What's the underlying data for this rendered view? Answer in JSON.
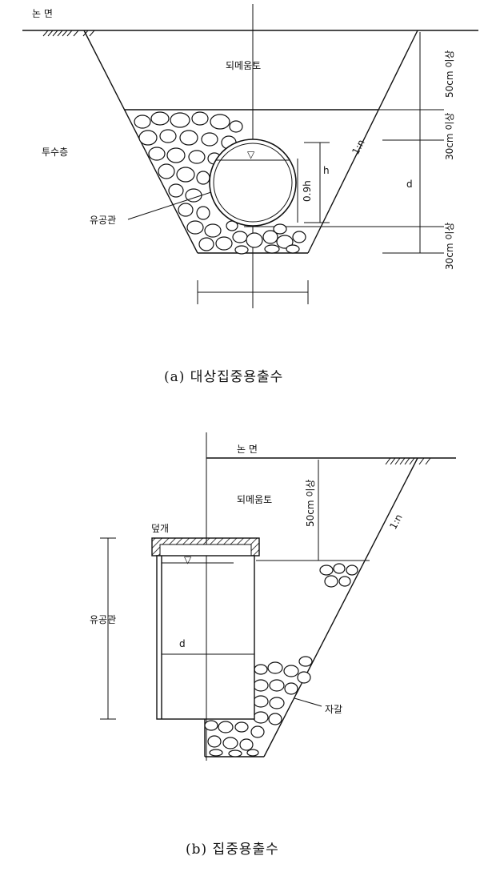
{
  "figure_a": {
    "ground_label": "논 면",
    "backfill_label": "되메움토",
    "permeable_layer_label": "투수층",
    "perforated_pipe_label": "유공관",
    "water_symbol": "▽",
    "dim_top": "50cm 이상",
    "dim_mid": "30cm 이상",
    "dim_bottom": "30cm 이상",
    "dim_h": "h",
    "dim_09h": "0.9h",
    "dim_d": "d",
    "slope_label": "1:n",
    "caption": "(a) 대상집중용출수"
  },
  "figure_b": {
    "ground_label": "논 면",
    "backfill_label": "되메움토",
    "cover_label": "덮개",
    "perforated_pipe_label": "유공관",
    "gravel_label": "자갈",
    "water_symbol": "▽",
    "dim_top": "50cm 이상",
    "dim_d": "d",
    "slope_label": "1:n",
    "caption": "(b) 집중용출수"
  }
}
